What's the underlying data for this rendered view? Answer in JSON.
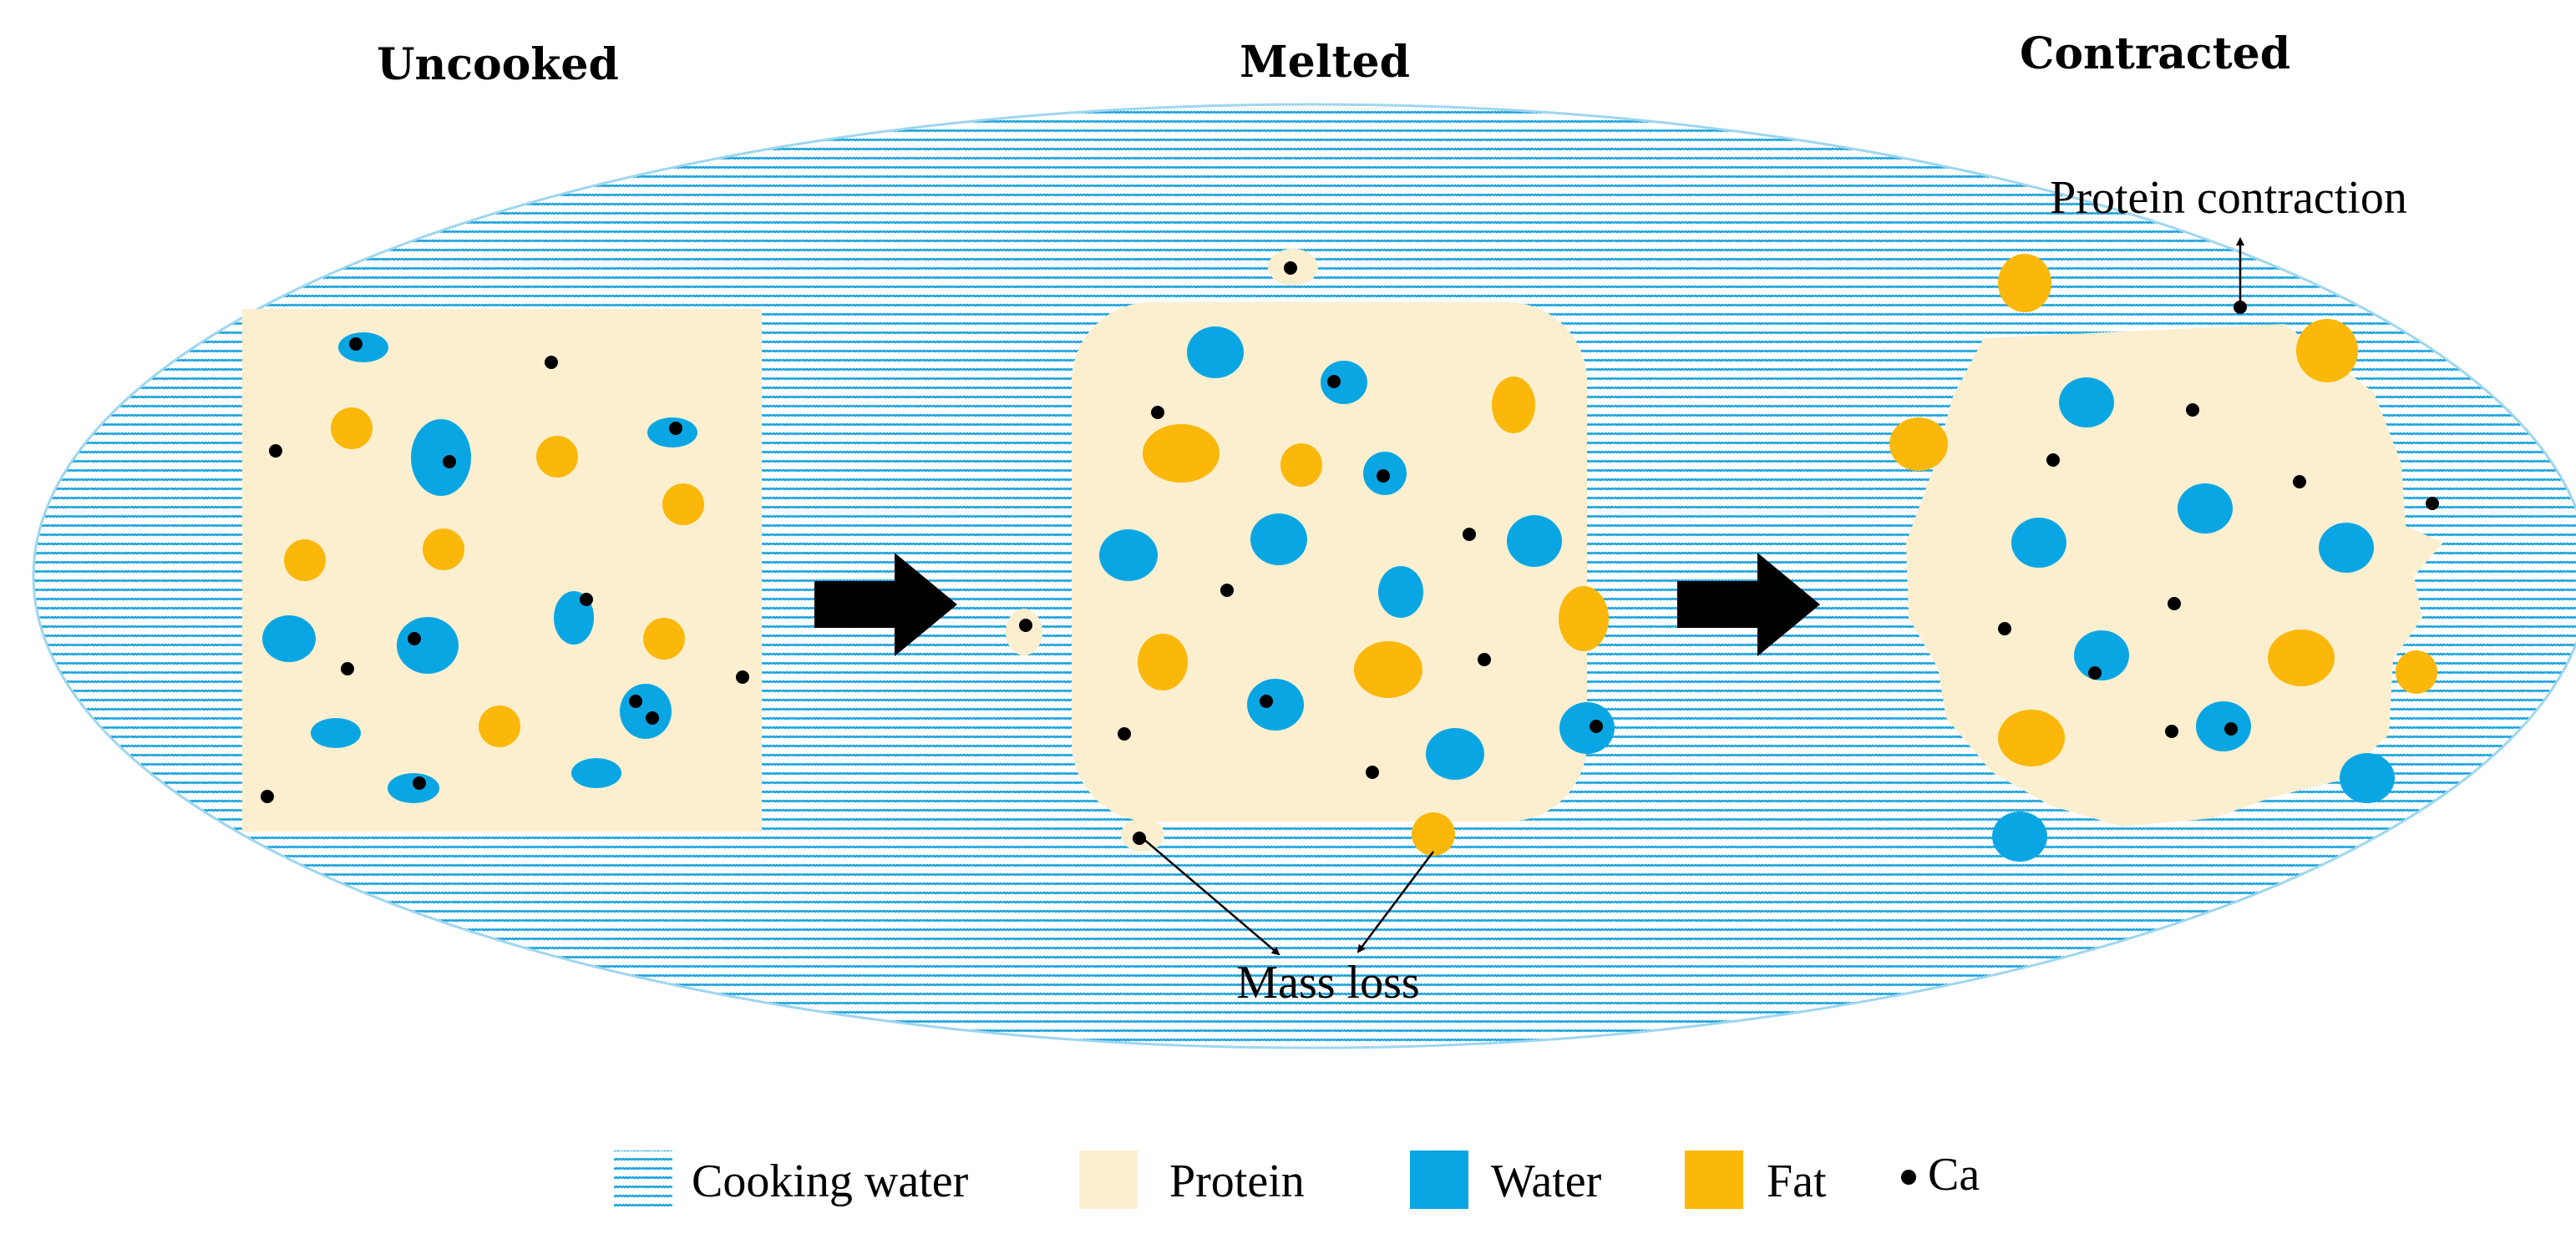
{
  "stages": {
    "uncooked": "Uncooked",
    "melted": "Melted",
    "contracted": "Contracted"
  },
  "annotations": {
    "protein_contraction": "Protein contraction",
    "mass_loss": "Mass loss"
  },
  "legend": [
    {
      "key": "cooking_water",
      "label": "Cooking water",
      "swatch": "hatch",
      "color": "#1aa3dc"
    },
    {
      "key": "protein",
      "label": "Protein",
      "swatch": "solid",
      "color": "#fcefcf"
    },
    {
      "key": "water",
      "label": "Water",
      "swatch": "solid",
      "color": "#0aa6e4"
    },
    {
      "key": "fat",
      "label": "Fat",
      "swatch": "solid",
      "color": "#fbb80a"
    },
    {
      "key": "ca",
      "label": "Ca",
      "swatch": "dot",
      "color": "#000000"
    }
  ],
  "colors": {
    "cooking_water": "#1aa3dc",
    "protein": "#fcefcf",
    "water": "#0aa6e4",
    "fat": "#fbb80a",
    "ca": "#000000",
    "arrow": "#000000"
  }
}
